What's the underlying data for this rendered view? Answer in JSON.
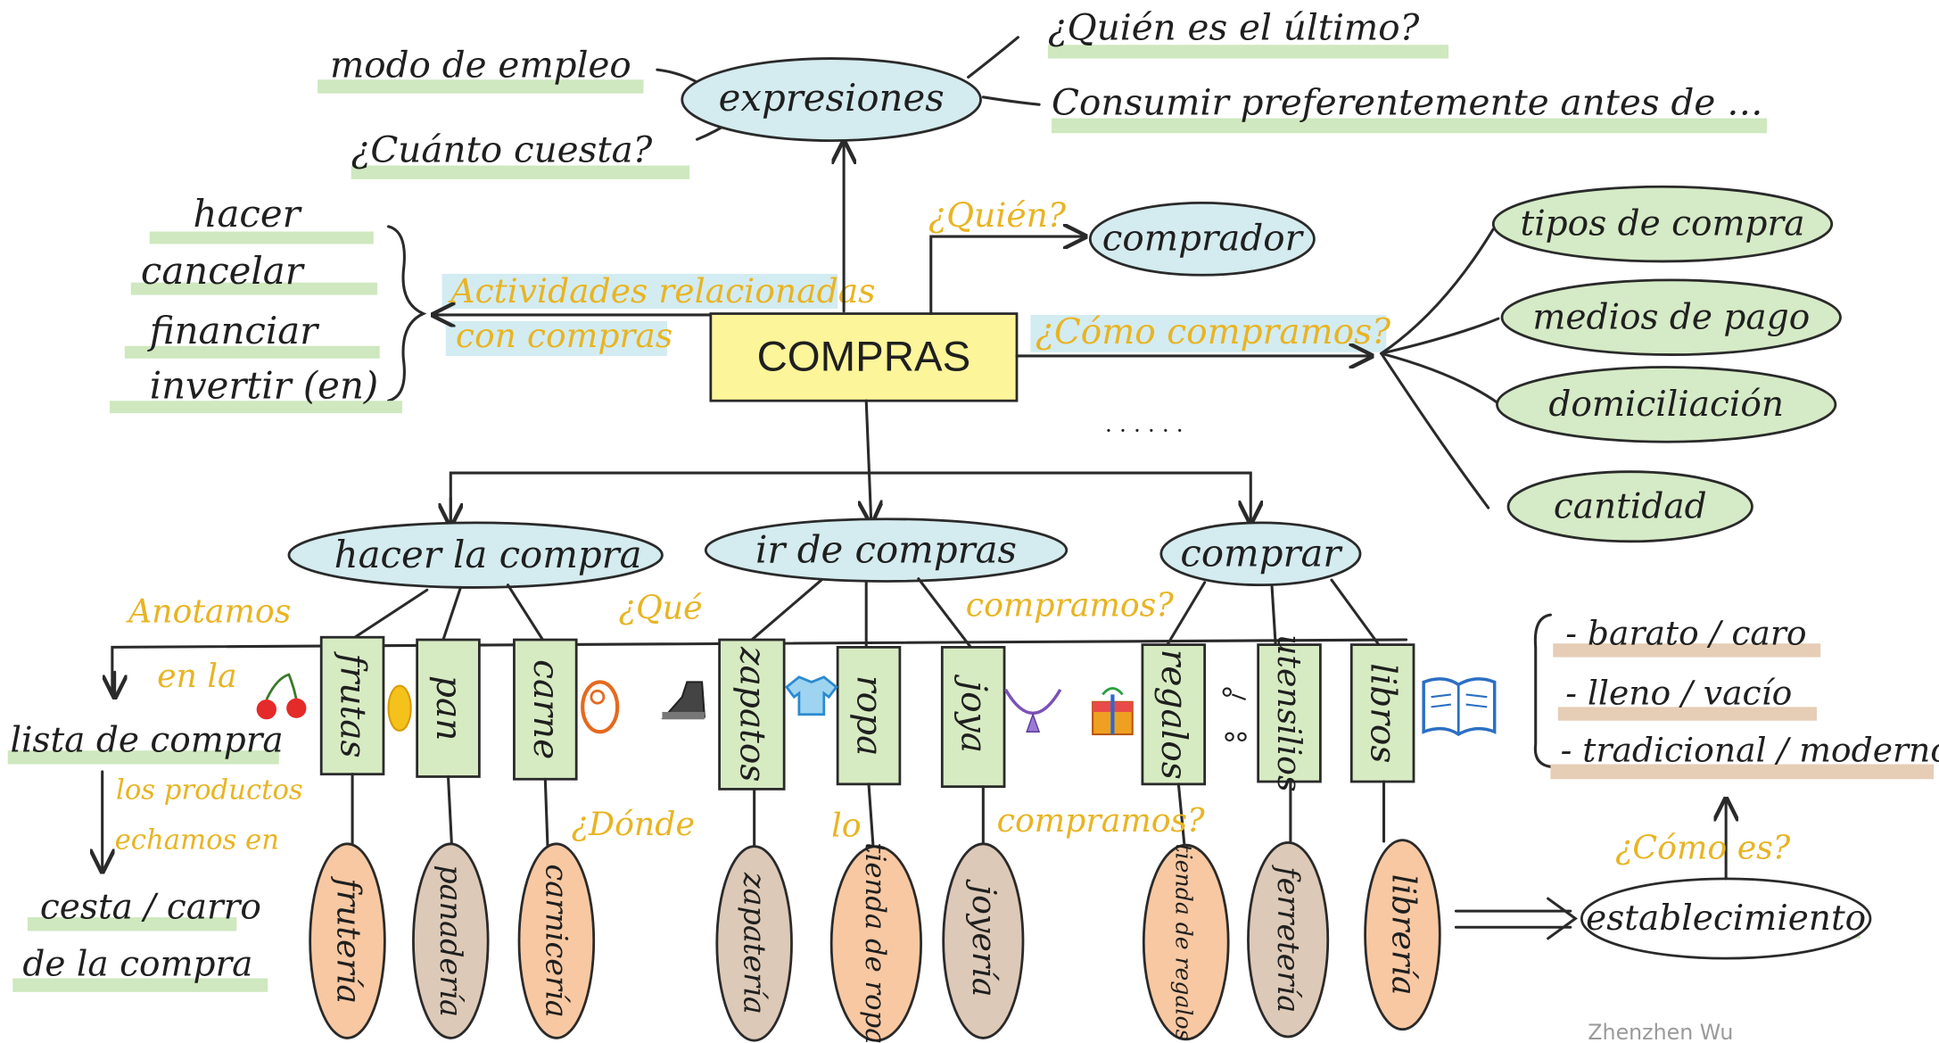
{
  "center": "COMPRAS",
  "expresiones": {
    "title": "expresiones",
    "items": [
      "¿Quién es el último?",
      "Consumir preferentemente antes de …",
      "modo de empleo",
      "¿Cuánto cuesta?"
    ]
  },
  "actividades": {
    "label_line1": "Actividades relacionadas",
    "label_line2": "con compras",
    "items": [
      "hacer",
      "cancelar",
      "financiar",
      "invertir (en)"
    ]
  },
  "quien": {
    "question": "¿Quién?",
    "answer": "comprador"
  },
  "como_compramos": {
    "question": "¿Cómo compramos?",
    "items": [
      "tipos de compra",
      "medios de pago",
      "domiciliación",
      "cantidad"
    ],
    "dots": "· · · · · ·"
  },
  "verbs": [
    "hacer la compra",
    "ir de compras",
    "comprar"
  ],
  "que_compramos": {
    "part1": "¿Qué",
    "part2": "compramos?"
  },
  "donde_compramos": {
    "part1": "¿Dónde",
    "part2": "lo",
    "part3": "compramos?"
  },
  "productos": [
    "frutas",
    "pan",
    "carne",
    "zapatos",
    "ropa",
    "joya",
    "regalos",
    "utensilios",
    "libros"
  ],
  "tiendas": [
    "frutería",
    "panadería",
    "carnicería",
    "zapatería",
    "tienda de ropa",
    "joyería",
    "tienda de regalos",
    "ferretería",
    "librería"
  ],
  "lista": {
    "anotamos": "Anotamos",
    "en_la": "en la",
    "lista_label": "lista de compra",
    "los_productos": "los productos",
    "echamos_en": "echamos en",
    "cesta": "cesta / carro",
    "de_la_compra": "de la compra"
  },
  "establecimiento": {
    "label": "establecimiento",
    "question": "¿Cómo es?",
    "adjectives": [
      "- barato / caro",
      "- lleno / vacío",
      "- tradicional / moderno"
    ]
  },
  "author": "Zhenzhen Wu",
  "colors": {
    "yellow_text": "#e8b422",
    "center_box": "#fdf59a",
    "green": "#d7ebc2",
    "blue": "#d4ebef",
    "orange": "#f8c8a2",
    "tan": "#ddc9b7"
  }
}
